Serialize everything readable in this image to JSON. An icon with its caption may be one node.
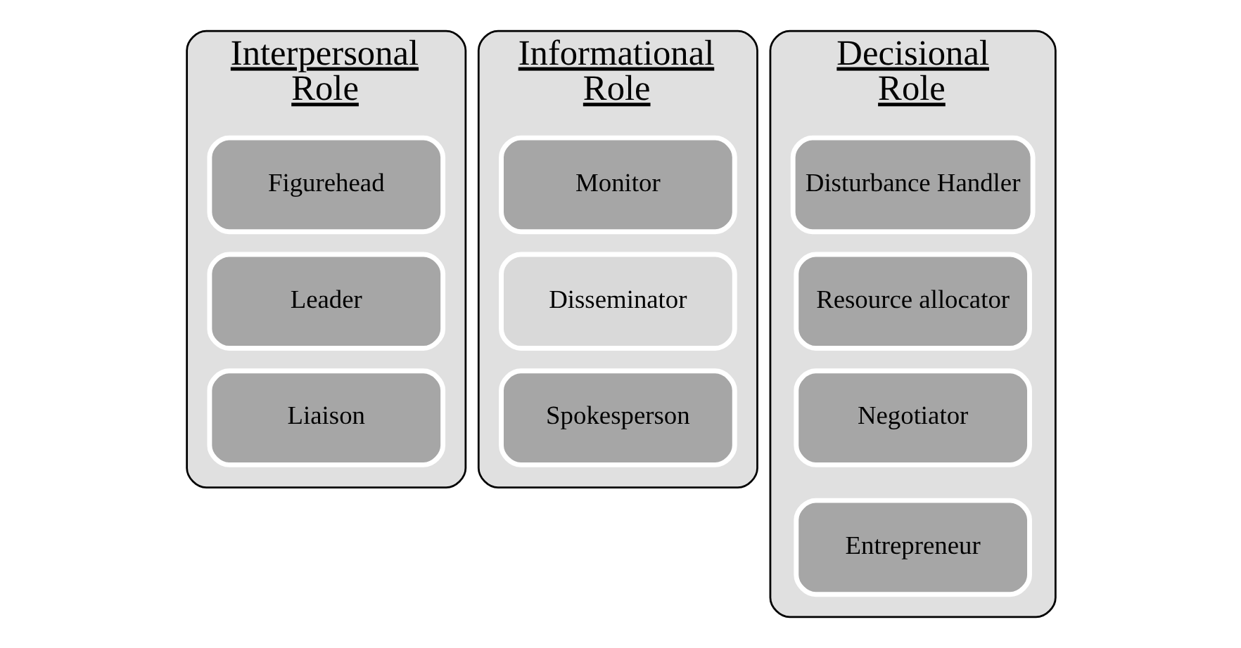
{
  "diagram": {
    "nodes": [
      {
        "text": [
          "Interpersonal Role"
        ]
      },
      {
        "text": [
          "Figurehead"
        ],
        "in": 0
      },
      {
        "text": [
          "Leader"
        ],
        "in": 0
      },
      {
        "text": [
          "Liaison"
        ],
        "in": 0
      },
      {
        "text": [
          "Informational Role"
        ]
      },
      {
        "text": [
          "Monitor"
        ],
        "in": 4
      },
      {
        "text": [
          "Disseminator"
        ],
        "in": 4
      },
      {
        "text": [
          "Spokesperson"
        ],
        "in": 4
      },
      {
        "text": [
          "Decisional Role"
        ]
      },
      {
        "text": [
          "Disturbance Handler"
        ],
        "in": 8
      },
      {
        "text": [
          "Resource allocator"
        ],
        "in": 8
      },
      {
        "text": [
          "Negotiator"
        ],
        "in": 8
      },
      {
        "text": [
          "Entrepreneur"
        ],
        "in": 8
      }
    ],
    "edges": []
  }
}
